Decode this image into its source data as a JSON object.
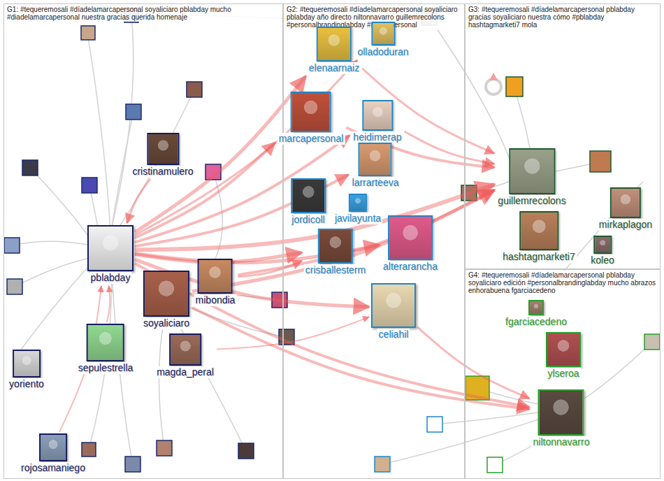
{
  "diagram": {
    "nodes": [
      {
        "text": [
          "G1: #tequeremosali #díadelamarcapersonal soyaliciaro pblabday mucho #diadelamarcapersonal nuestra gracias querida homenaje"
        ]
      },
      {
        "text": [
          "cristinamulero"
        ],
        "in": 0
      },
      {
        "text": [
          "pblabday"
        ],
        "in": 0
      },
      {
        "text": [
          "mibondia"
        ],
        "in": 0
      },
      {
        "text": [
          "soyaliciaro"
        ],
        "in": 0
      },
      {
        "text": [
          "sepulestrella"
        ],
        "in": 0
      },
      {
        "text": [
          "magda_peral"
        ],
        "in": 0
      },
      {
        "text": [
          "yoriento"
        ],
        "in": 0
      },
      {
        "text": [
          "rojosamaniego"
        ],
        "in": 0
      },
      {
        "text": [
          "G2: #tequeremosali #díadelamarcapersonal soyaliciaro pblabday año directo niltonnavarro guillemrecolons #personalbrandinglabday #marcapersonal"
        ]
      },
      {
        "text": [
          "olladoduran"
        ],
        "in": 9
      },
      {
        "text": [
          "elenaarnaiz"
        ],
        "in": 9
      },
      {
        "text": [
          "marcapersonal"
        ],
        "in": 9
      },
      {
        "text": [
          "heidimerap"
        ],
        "in": 9
      },
      {
        "text": [
          "larrarteeva"
        ],
        "in": 9
      },
      {
        "text": [
          "jordicoll"
        ],
        "in": 9
      },
      {
        "text": [
          "javilayunta"
        ],
        "in": 9
      },
      {
        "text": [
          "crisballesterm"
        ],
        "in": 9
      },
      {
        "text": [
          "alterarancha"
        ],
        "in": 9
      },
      {
        "text": [
          "celiahil"
        ],
        "in": 9
      },
      {
        "text": [
          "G3: #tequeremosali #díadelamarcapersonal pblabday gracias soyaliciaro nuestra cómo #pblabday hashtagmarketi7 mola"
        ]
      },
      {
        "text": [
          "guillemrecolons"
        ],
        "in": 20
      },
      {
        "text": [
          "mirkaplagon"
        ],
        "in": 20
      },
      {
        "text": [
          "hashtagmarketi7"
        ],
        "in": 20
      },
      {
        "text": [
          "koleo"
        ],
        "in": 20
      },
      {
        "text": [
          "G4: #tequeremosali #díadelamarcapersonal pblabday soyaliciaro edición #personalbrandinglabday mucho abrazos enhorabuena fgarciacedeno"
        ]
      },
      {
        "text": [
          "fgarciacedeno"
        ],
        "in": 25
      },
      {
        "text": [
          "ylseroa"
        ],
        "in": 25
      },
      {
        "text": [
          "niltonnavarro"
        ],
        "in": 25
      }
    ],
    "edges": [
      {
        "from": 2,
        "to": 12,
        "arrow": "to"
      },
      {
        "from": 2,
        "to": 11,
        "arrow": "to"
      },
      {
        "from": 2,
        "to": 10,
        "arrow": "to"
      },
      {
        "from": 2,
        "to": 13,
        "arrow": "to"
      },
      {
        "from": 2,
        "to": 14,
        "arrow": "to"
      },
      {
        "from": 2,
        "to": 21,
        "arrow": "to"
      },
      {
        "from": 2,
        "to": 17,
        "arrow": "to"
      },
      {
        "from": 2,
        "to": 18,
        "arrow": "to"
      },
      {
        "from": 2,
        "to": 19,
        "arrow": "to"
      },
      {
        "from": 2,
        "to": 28,
        "arrow": "to"
      },
      {
        "from": 4,
        "to": 21,
        "arrow": "to"
      },
      {
        "from": 4,
        "to": 28,
        "arrow": "to"
      },
      {
        "from": 3,
        "to": 21,
        "arrow": "to"
      },
      {
        "from": 3,
        "to": 17,
        "arrow": "to"
      },
      {
        "from": 1,
        "to": 2,
        "arrow": "to"
      },
      {
        "from": 8,
        "to": 2,
        "arrow": "to"
      },
      {
        "from": 12,
        "to": 21,
        "arrow": "to"
      },
      {
        "from": 19,
        "to": 28,
        "arrow": "to"
      },
      {
        "from": 13,
        "to": 21,
        "arrow": "to"
      },
      {
        "from": 11,
        "to": 21,
        "arrow": "to"
      },
      {
        "from": 6,
        "to": 19,
        "arrow": "to"
      },
      {
        "from": 5,
        "to": 2,
        "arrow": "to"
      }
    ]
  }
}
